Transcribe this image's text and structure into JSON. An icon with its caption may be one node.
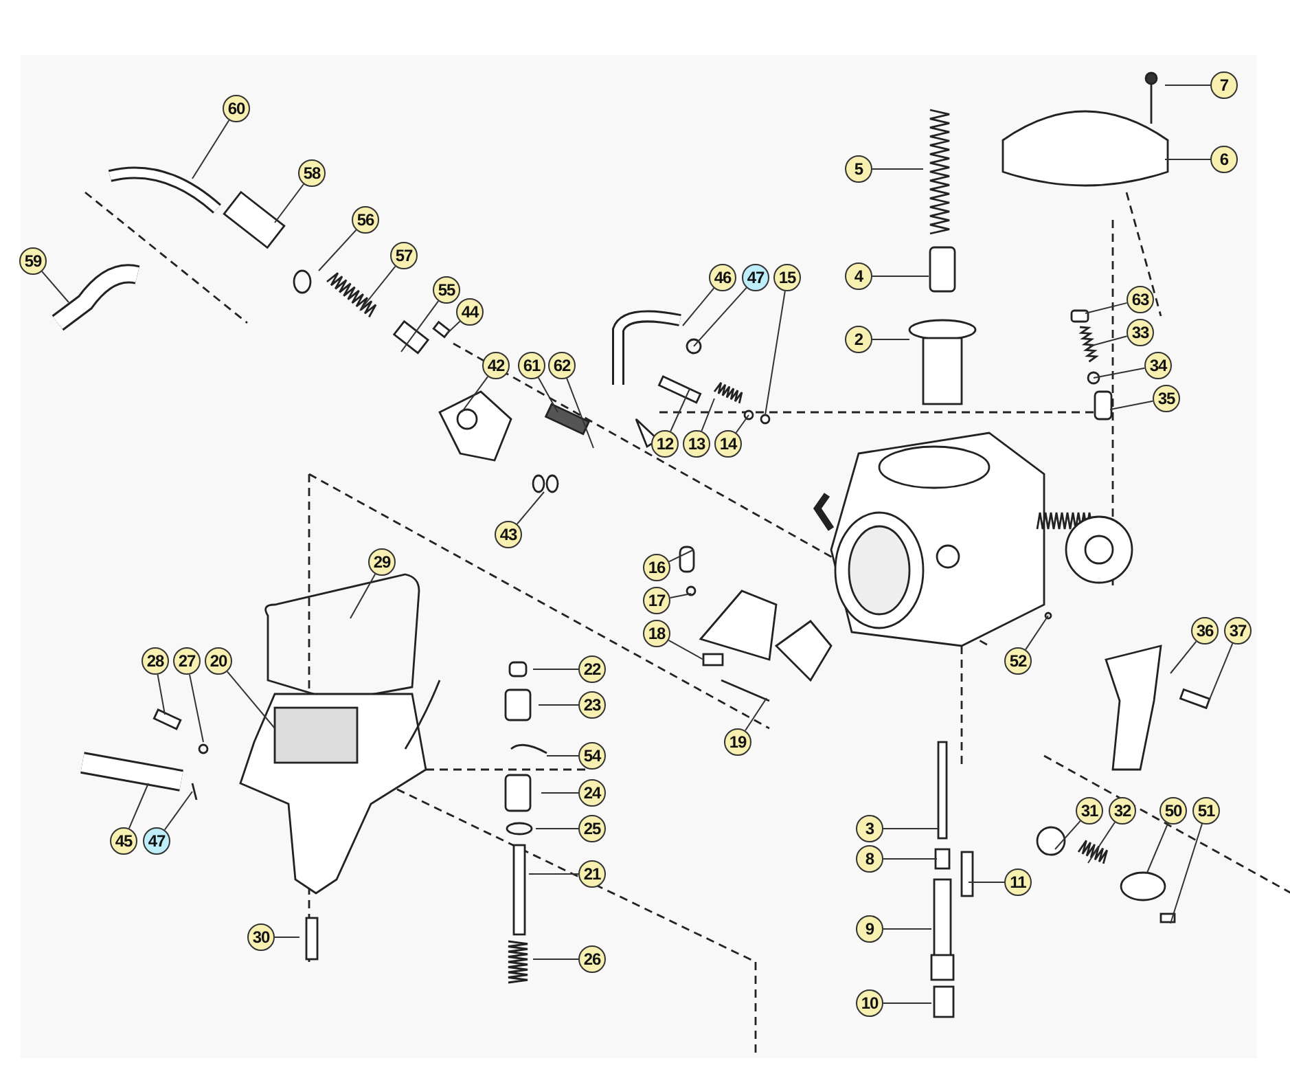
{
  "diagram": {
    "nodes": [
      {
        "text": [
          "7"
        ]
      },
      {
        "text": [
          "60"
        ]
      },
      {
        "text": [
          "6"
        ]
      },
      {
        "text": [
          "5"
        ]
      },
      {
        "text": [
          "58"
        ]
      },
      {
        "text": [
          "56"
        ]
      },
      {
        "text": [
          "57"
        ]
      },
      {
        "text": [
          "59"
        ]
      },
      {
        "text": [
          "46"
        ]
      },
      {
        "text": [
          "47"
        ]
      },
      {
        "text": [
          "15"
        ]
      },
      {
        "text": [
          "4"
        ]
      },
      {
        "text": [
          "55"
        ]
      },
      {
        "text": [
          "63"
        ]
      },
      {
        "text": [
          "44"
        ]
      },
      {
        "text": [
          "33"
        ]
      },
      {
        "text": [
          "2"
        ]
      },
      {
        "text": [
          "42"
        ]
      },
      {
        "text": [
          "61"
        ]
      },
      {
        "text": [
          "62"
        ]
      },
      {
        "text": [
          "34"
        ]
      },
      {
        "text": [
          "35"
        ]
      },
      {
        "text": [
          "12"
        ]
      },
      {
        "text": [
          "13"
        ]
      },
      {
        "text": [
          "14"
        ]
      },
      {
        "text": [
          "43"
        ]
      },
      {
        "text": [
          "29"
        ]
      },
      {
        "text": [
          "16"
        ]
      },
      {
        "text": [
          "17"
        ]
      },
      {
        "text": [
          "18"
        ]
      },
      {
        "text": [
          "36"
        ]
      },
      {
        "text": [
          "37"
        ]
      },
      {
        "text": [
          "52"
        ]
      },
      {
        "text": [
          "28"
        ]
      },
      {
        "text": [
          "27"
        ]
      },
      {
        "text": [
          "20"
        ]
      },
      {
        "text": [
          "22"
        ]
      },
      {
        "text": [
          "23"
        ]
      },
      {
        "text": [
          "19"
        ]
      },
      {
        "text": [
          "54"
        ]
      },
      {
        "text": [
          "24"
        ]
      },
      {
        "text": [
          "31"
        ]
      },
      {
        "text": [
          "32"
        ]
      },
      {
        "text": [
          "50"
        ]
      },
      {
        "text": [
          "51"
        ]
      },
      {
        "text": [
          "3"
        ]
      },
      {
        "text": [
          "25"
        ]
      },
      {
        "text": [
          "45"
        ]
      },
      {
        "text": [
          "47"
        ]
      },
      {
        "text": [
          "8"
        ]
      },
      {
        "text": [
          "21"
        ]
      },
      {
        "text": [
          "11"
        ]
      },
      {
        "text": [
          "9"
        ]
      },
      {
        "text": [
          "30"
        ]
      },
      {
        "text": [
          "26"
        ]
      },
      {
        "text": [
          "10"
        ]
      }
    ],
    "edges": [
      {
        "from": 0,
        "to": null,
        "arrow": "none"
      },
      {
        "from": 1,
        "to": null,
        "arrow": "none"
      },
      {
        "from": 2,
        "to": null,
        "arrow": "none"
      },
      {
        "from": 3,
        "to": null,
        "arrow": "none"
      },
      {
        "from": 4,
        "to": null,
        "arrow": "none"
      },
      {
        "from": 5,
        "to": null,
        "arrow": "none"
      },
      {
        "from": 6,
        "to": null,
        "arrow": "none"
      },
      {
        "from": 7,
        "to": null,
        "arrow": "none"
      },
      {
        "from": 8,
        "to": null,
        "arrow": "none"
      },
      {
        "from": 9,
        "to": null,
        "arrow": "none"
      },
      {
        "from": 10,
        "to": null,
        "arrow": "none"
      },
      {
        "from": 11,
        "to": null,
        "arrow": "none"
      },
      {
        "from": 12,
        "to": null,
        "arrow": "none"
      },
      {
        "from": 13,
        "to": null,
        "arrow": "none"
      },
      {
        "from": 14,
        "to": null,
        "arrow": "none"
      },
      {
        "from": 15,
        "to": null,
        "arrow": "none"
      },
      {
        "from": 16,
        "to": null,
        "arrow": "none"
      },
      {
        "from": 17,
        "to": null,
        "arrow": "none"
      },
      {
        "from": 18,
        "to": null,
        "arrow": "none"
      },
      {
        "from": 19,
        "to": null,
        "arrow": "none"
      },
      {
        "from": 20,
        "to": null,
        "arrow": "none"
      },
      {
        "from": 21,
        "to": null,
        "arrow": "none"
      },
      {
        "from": 22,
        "to": null,
        "arrow": "none"
      },
      {
        "from": 23,
        "to": null,
        "arrow": "none"
      },
      {
        "from": 24,
        "to": null,
        "arrow": "none"
      },
      {
        "from": 25,
        "to": null,
        "arrow": "none"
      },
      {
        "from": 26,
        "to": null,
        "arrow": "none"
      },
      {
        "from": 27,
        "to": null,
        "arrow": "none"
      },
      {
        "from": 28,
        "to": null,
        "arrow": "none"
      },
      {
        "from": 29,
        "to": null,
        "arrow": "none"
      },
      {
        "from": 30,
        "to": null,
        "arrow": "none"
      },
      {
        "from": 31,
        "to": null,
        "arrow": "none"
      },
      {
        "from": 32,
        "to": null,
        "arrow": "none"
      },
      {
        "from": 33,
        "to": null,
        "arrow": "none"
      },
      {
        "from": 34,
        "to": null,
        "arrow": "none"
      },
      {
        "from": 35,
        "to": null,
        "arrow": "none"
      },
      {
        "from": 36,
        "to": null,
        "arrow": "none"
      },
      {
        "from": 37,
        "to": null,
        "arrow": "none"
      },
      {
        "from": 38,
        "to": null,
        "arrow": "none"
      },
      {
        "from": 39,
        "to": null,
        "arrow": "none"
      },
      {
        "from": 40,
        "to": null,
        "arrow": "none"
      },
      {
        "from": 41,
        "to": null,
        "arrow": "none"
      },
      {
        "from": 42,
        "to": null,
        "arrow": "none"
      },
      {
        "from": 43,
        "to": null,
        "arrow": "none"
      },
      {
        "from": 44,
        "to": null,
        "arrow": "none"
      },
      {
        "from": 45,
        "to": null,
        "arrow": "none"
      },
      {
        "from": 46,
        "to": null,
        "arrow": "none"
      },
      {
        "from": 47,
        "to": null,
        "arrow": "none"
      },
      {
        "from": 48,
        "to": null,
        "arrow": "none"
      },
      {
        "from": 49,
        "to": null,
        "arrow": "none"
      },
      {
        "from": 50,
        "to": null,
        "arrow": "none"
      },
      {
        "from": 51,
        "to": null,
        "arrow": "none"
      },
      {
        "from": 52,
        "to": null,
        "arrow": "none"
      },
      {
        "from": 53,
        "to": null,
        "arrow": "none"
      },
      {
        "from": 54,
        "to": null,
        "arrow": "none"
      },
      {
        "from": 55,
        "to": null,
        "arrow": "none"
      }
    ]
  }
}
